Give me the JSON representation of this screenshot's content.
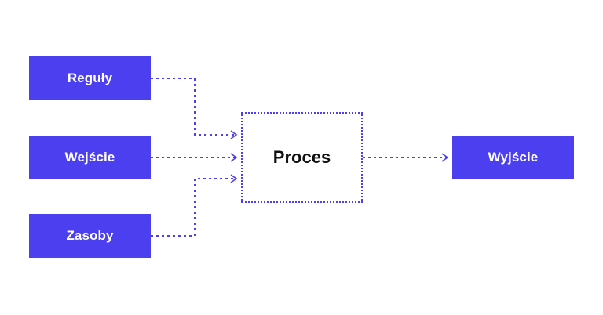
{
  "diagram": {
    "inputs": {
      "rules": "Reguły",
      "input": "Wejście",
      "resources": "Zasoby"
    },
    "process": "Proces",
    "output": "Wyjście",
    "colors": {
      "accent": "#4b3ff0",
      "process_text": "#111111",
      "background": "#ffffff"
    },
    "edges": [
      {
        "from": "rules",
        "to": "process"
      },
      {
        "from": "input",
        "to": "process"
      },
      {
        "from": "resources",
        "to": "process"
      },
      {
        "from": "process",
        "to": "output"
      }
    ]
  }
}
